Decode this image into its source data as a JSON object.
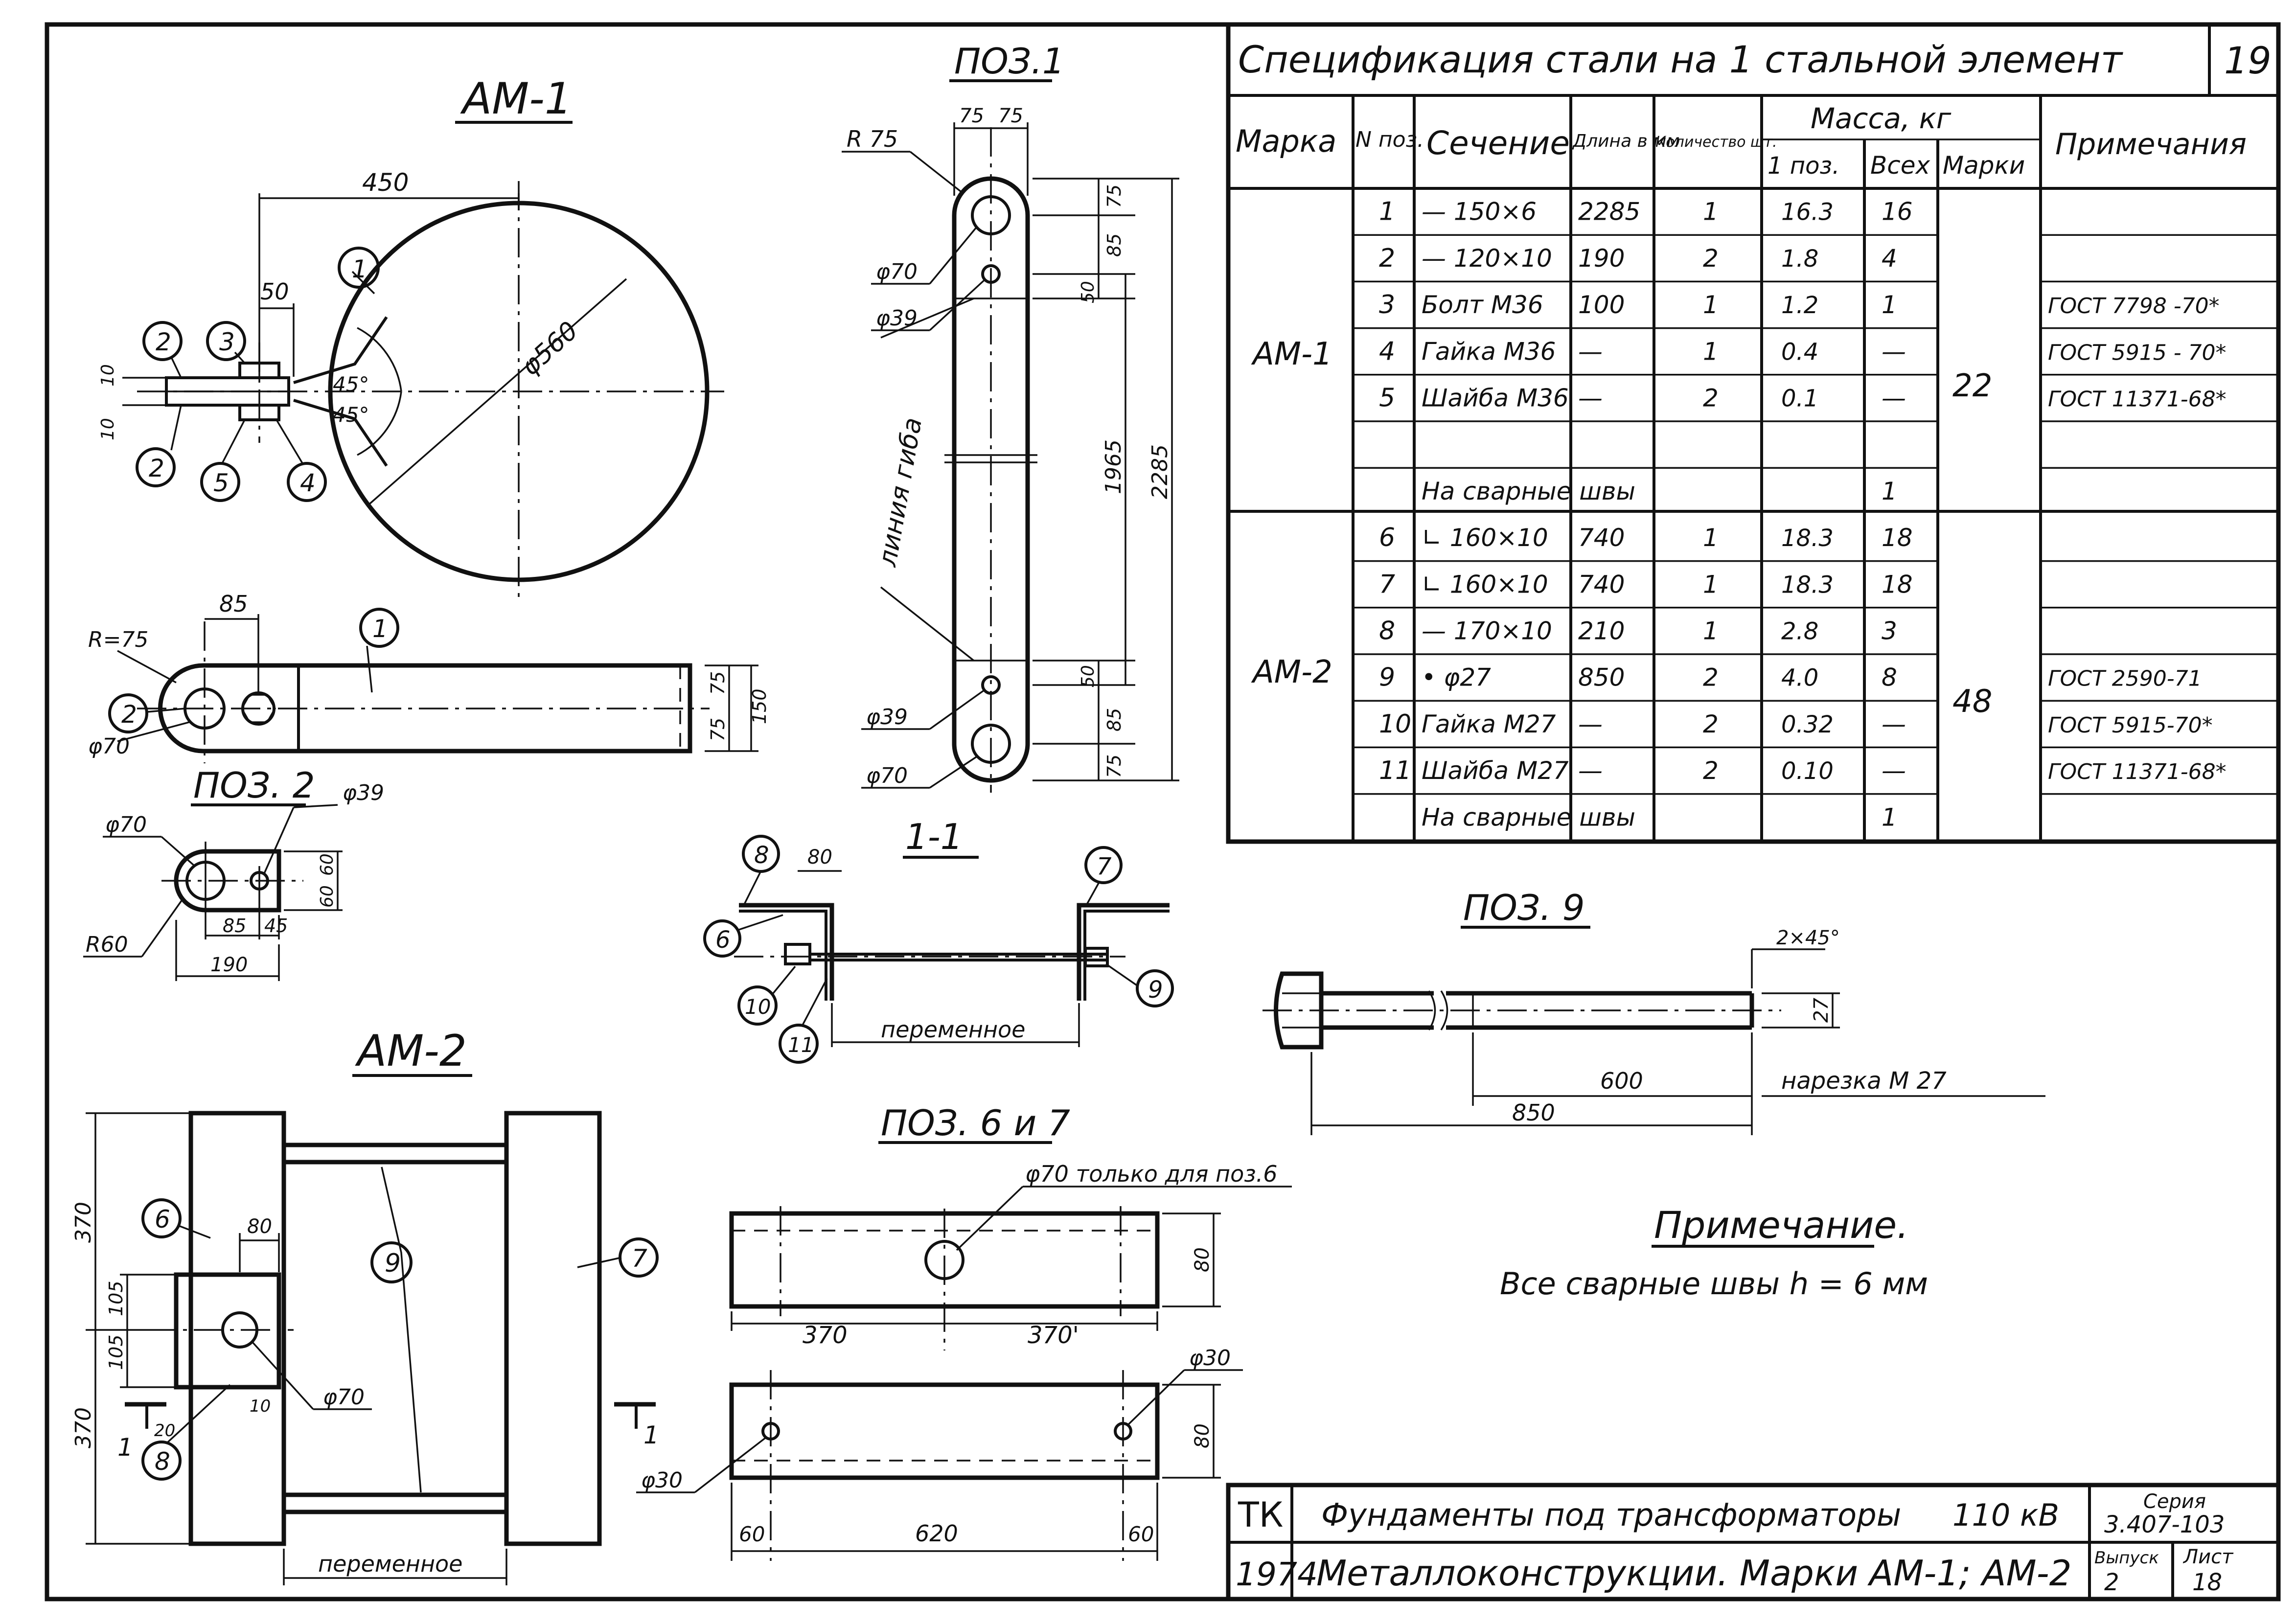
{
  "spec": {
    "title": "Спецификация стали на 1 стальной элемент",
    "sheet_no": "19",
    "headers": {
      "marka": "Марка",
      "npoz": "N поз.",
      "sechenie": "Сечение",
      "dlina": "Длина в мм",
      "kolich": "Количество шт.",
      "massa": "Масса, кг",
      "m1": "1 поз.",
      "mvseh": "Всех",
      "mmarki": "Марки",
      "prim": "Примечания"
    },
    "groups": [
      {
        "marka": "АМ-1",
        "marki_mass": "22"
      },
      {
        "marka": "АМ-2",
        "marki_mass": "48"
      }
    ],
    "rows": [
      {
        "poz": "1",
        "sech": "— 150×6",
        "dl": "2285",
        "kol": "1",
        "m1": "16.3",
        "mv": "16",
        "prim": ""
      },
      {
        "poz": "2",
        "sech": "— 120×10",
        "dl": "190",
        "kol": "2",
        "m1": "1.8",
        "mv": "4",
        "prim": ""
      },
      {
        "poz": "3",
        "sech": "Болт М36",
        "dl": "100",
        "kol": "1",
        "m1": "1.2",
        "mv": "1",
        "prim": "ГОСТ 7798 -70*"
      },
      {
        "poz": "4",
        "sech": "Гайка М36",
        "dl": "—",
        "kol": "1",
        "m1": "0.4",
        "mv": "—",
        "prim": "ГОСТ 5915 - 70*"
      },
      {
        "poz": "5",
        "sech": "Шайба М36",
        "dl": "—",
        "kol": "2",
        "m1": "0.1",
        "mv": "—",
        "prim": "ГОСТ 11371-68*"
      },
      {
        "poz": "",
        "sech": "",
        "dl": "",
        "kol": "",
        "m1": "",
        "mv": "",
        "prim": ""
      },
      {
        "poz": "",
        "sech": "На сварные швы",
        "dl": "",
        "kol": "",
        "m1": "",
        "mv": "1",
        "prim": ""
      },
      {
        "poz": "6",
        "sech": "∟ 160×10",
        "dl": "740",
        "kol": "1",
        "m1": "18.3",
        "mv": "18",
        "prim": ""
      },
      {
        "poz": "7",
        "sech": "∟ 160×10",
        "dl": "740",
        "kol": "1",
        "m1": "18.3",
        "mv": "18",
        "prim": ""
      },
      {
        "poz": "8",
        "sech": "— 170×10",
        "dl": "210",
        "kol": "1",
        "m1": "2.8",
        "mv": "3",
        "prim": ""
      },
      {
        "poz": "9",
        "sech": "• φ27",
        "dl": "850",
        "kol": "2",
        "m1": "4.0",
        "mv": "8",
        "prim": "ГОСТ 2590-71"
      },
      {
        "poz": "10",
        "sech": "Гайка М27",
        "dl": "—",
        "kol": "2",
        "m1": "0.32",
        "mv": "—",
        "prim": "ГОСТ 5915-70*"
      },
      {
        "poz": "11",
        "sech": "Шайба М27",
        "dl": "—",
        "kol": "2",
        "m1": "0.10",
        "mv": "—",
        "prim": "ГОСТ 11371-68*"
      },
      {
        "poz": "",
        "sech": "На сварные швы",
        "dl": "",
        "kol": "",
        "m1": "",
        "mv": "1",
        "prim": ""
      }
    ]
  },
  "views": {
    "am1_title": "АМ-1",
    "poz1_title": "ПОЗ.1",
    "poz2_title": "ПОЗ. 2",
    "sec11_title": "1-1",
    "poz9_title": "ПОЗ. 9",
    "am2_title": "АМ-2",
    "poz67_title": "ПОЗ. 6 и 7"
  },
  "dims": {
    "am1_450": "450",
    "am1_50": "50",
    "am1_d560": "φ560",
    "am1_10a": "10",
    "am1_10b": "10",
    "am1_45a": "45°",
    "am1_45b": "45°",
    "plan_r75": "R=75",
    "plan_85": "85",
    "plan_d70": "φ70",
    "plan_75a": "75",
    "plan_75b": "75",
    "plan_150": "150",
    "poz2_d70": "φ70",
    "poz2_d39": "φ39",
    "poz2_r60": "R60",
    "poz2_85": "85",
    "poz2_45": "45",
    "poz2_190": "190",
    "poz2_60a": "60",
    "poz2_60b": "60",
    "poz1_75a": "75",
    "poz1_75b": "75",
    "poz1_r75": "R 75",
    "poz1_d70a": "φ70",
    "poz1_d39a": "φ39",
    "poz1_d39b": "φ39",
    "poz1_d70b": "φ70",
    "poz1_bend": "линия гиба",
    "poz1_v75a": "75",
    "poz1_v85a": "85",
    "poz1_v50a": "50",
    "poz1_v1965": "1965",
    "poz1_v2285": "2285",
    "poz1_v50b": "50",
    "poz1_v85b": "85",
    "poz1_v75b": "75",
    "sec_80": "80",
    "sec_var": "переменное",
    "poz9_chamfer": "2×45°",
    "poz9_27": "27",
    "poz9_600": "600",
    "poz9_850": "850",
    "poz9_thread": "нарезка М 27",
    "am2_370a": "370",
    "am2_370b": "370",
    "am2_105a": "105",
    "am2_105b": "105",
    "am2_80": "80",
    "am2_20": "20",
    "am2_10": "10",
    "am2_d70": "φ70",
    "am2_var": "переменное",
    "am2_cut1": "1",
    "am2_cut2": "1",
    "p67_d70note": "φ70 только для поз.6",
    "p67_80a": "80",
    "p67_370a": "370",
    "p67_370b": "370'",
    "p67_d30a": "φ30",
    "p67_d30b": "φ30",
    "p67_80b": "80",
    "p67_60a": "60",
    "p67_620": "620",
    "p67_60b": "60"
  },
  "callouts": {
    "c1": "1",
    "c2a": "2",
    "c3": "3",
    "c2b": "2",
    "c5": "5",
    "c4": "4",
    "p1": "1",
    "p2": "2",
    "s8": "8",
    "s7": "7",
    "s6": "6",
    "s9": "9",
    "s10": "10",
    "s11": "11",
    "a6": "6",
    "a9": "9",
    "a7": "7",
    "a8": "8"
  },
  "note": {
    "title": "Примечание.",
    "text": "Все сварные швы h = 6 мм"
  },
  "title_block": {
    "org": "ТК",
    "year": "1974",
    "line1": "Фундаменты под трансформаторы",
    "line1_kv": "110 кВ",
    "line2": "Металлоконструкции. Марки АМ-1; АМ-2",
    "seria_label": "Серия",
    "seria": "3.407-103",
    "vypusk_label": "Выпуск",
    "vypusk": "2",
    "list_label": "Лист",
    "list": "18"
  }
}
